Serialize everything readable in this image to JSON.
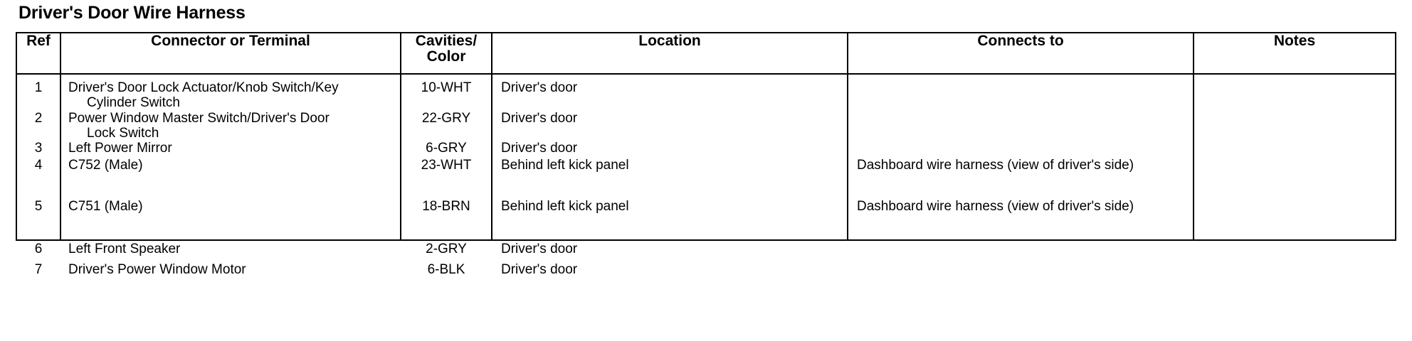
{
  "document": {
    "title": "Driver's Door Wire Harness"
  },
  "table": {
    "headers": [
      {
        "line1": "Ref",
        "line2": ""
      },
      {
        "line1": "Connector or Terminal",
        "line2": ""
      },
      {
        "line1": "Cavities/",
        "line2": "Color"
      },
      {
        "line1": "Location",
        "line2": ""
      },
      {
        "line1": "Connects to",
        "line2": ""
      },
      {
        "line1": "Notes",
        "line2": ""
      }
    ],
    "rows": [
      {
        "ref": "1",
        "connector": "Driver's Door Lock Actuator/Knob Switch/Key",
        "connector_cont": "Cylinder Switch",
        "cavities_color": "10-WHT",
        "location": "Driver's door",
        "connects_to": "",
        "notes": ""
      },
      {
        "ref": "2",
        "connector": "Power Window Master Switch/Driver's Door",
        "connector_cont": "Lock Switch",
        "cavities_color": "22-GRY",
        "location": "Driver's door",
        "connects_to": "",
        "notes": ""
      },
      {
        "ref": "3",
        "connector": "Left Power Mirror",
        "connector_cont": "",
        "cavities_color": "6-GRY",
        "location": "Driver's door",
        "connects_to": "",
        "notes": ""
      },
      {
        "ref": "4",
        "connector": "C752 (Male)",
        "connector_cont": "",
        "cavities_color": "23-WHT",
        "location": "Behind left kick panel",
        "connects_to": "Dashboard wire harness (view of driver's side)",
        "notes": ""
      },
      {
        "ref": "5",
        "connector": "C751 (Male)",
        "connector_cont": "",
        "cavities_color": "18-BRN",
        "location": "Behind left kick panel",
        "connects_to": "Dashboard wire harness (view of driver's side)",
        "notes": ""
      },
      {
        "ref": "6",
        "connector": "Left Front Speaker",
        "connector_cont": "",
        "cavities_color": "2-GRY",
        "location": "Driver's door",
        "connects_to": "",
        "notes": ""
      },
      {
        "ref": "7",
        "connector": "Driver's Power Window Motor",
        "connector_cont": "",
        "cavities_color": "6-BLK",
        "location": "Driver's door",
        "connects_to": "",
        "notes": ""
      }
    ],
    "row_offsets": [
      8,
      51,
      93,
      117,
      175,
      235,
      264
    ],
    "cont_offsets": [
      29,
      72,
      0,
      0,
      0,
      0,
      0
    ]
  },
  "colors": {
    "ink": "#000000",
    "paper": "#ffffff"
  }
}
